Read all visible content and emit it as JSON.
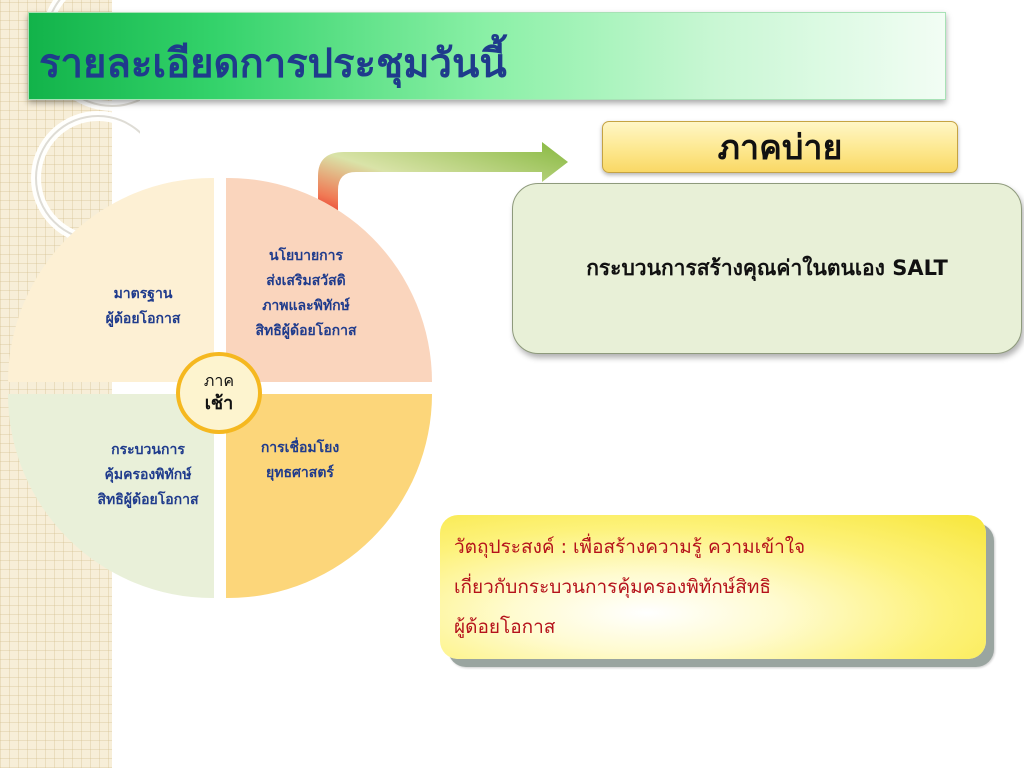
{
  "slide": {
    "title": "รายละเอียดการประชุมวันนี้",
    "afternoon_label": "ภาคบ่าย",
    "afternoon_content": "กระบวนการสร้างคุณค่าในตนเอง SALT",
    "morning_center": {
      "line1": "ภาค",
      "line2": "เช้า"
    },
    "quadrants": {
      "top_left": [
        "มาตรฐาน",
        "ผู้ด้อยโอกาส"
      ],
      "top_right": [
        "นโยบายการ",
        "ส่งเสริมสวัสดิ",
        "ภาพและพิทักษ์",
        "สิทธิผู้ด้อยโอกาส"
      ],
      "bottom_left": [
        "กระบวนการ",
        "คุ้มครองพิทักษ์",
        "สิทธิผู้ด้อยโอกาส"
      ],
      "bottom_right": [
        "การเชื่อมโยง",
        "ยุทธศาสตร์"
      ]
    },
    "objective": [
      "วัตถุประสงค์ : เพื่อสร้างความรู้ ความเข้าใจ",
      "เกี่ยวกับกระบวนการคุ้มครองพิทักษ์สิทธิ",
      "ผู้ด้อยโอกาส"
    ]
  },
  "colors": {
    "title_text": "#1f3b8c",
    "title_bar_start": "#12b34a",
    "center_ring": "#f5b820",
    "objective_text": "#b5121b",
    "arrow_start": "#e41c1c",
    "arrow_end": "#86b83f"
  },
  "icons": {
    "arrow": "curved-right-arrow-icon",
    "rings": "decorative-rings-icon"
  }
}
